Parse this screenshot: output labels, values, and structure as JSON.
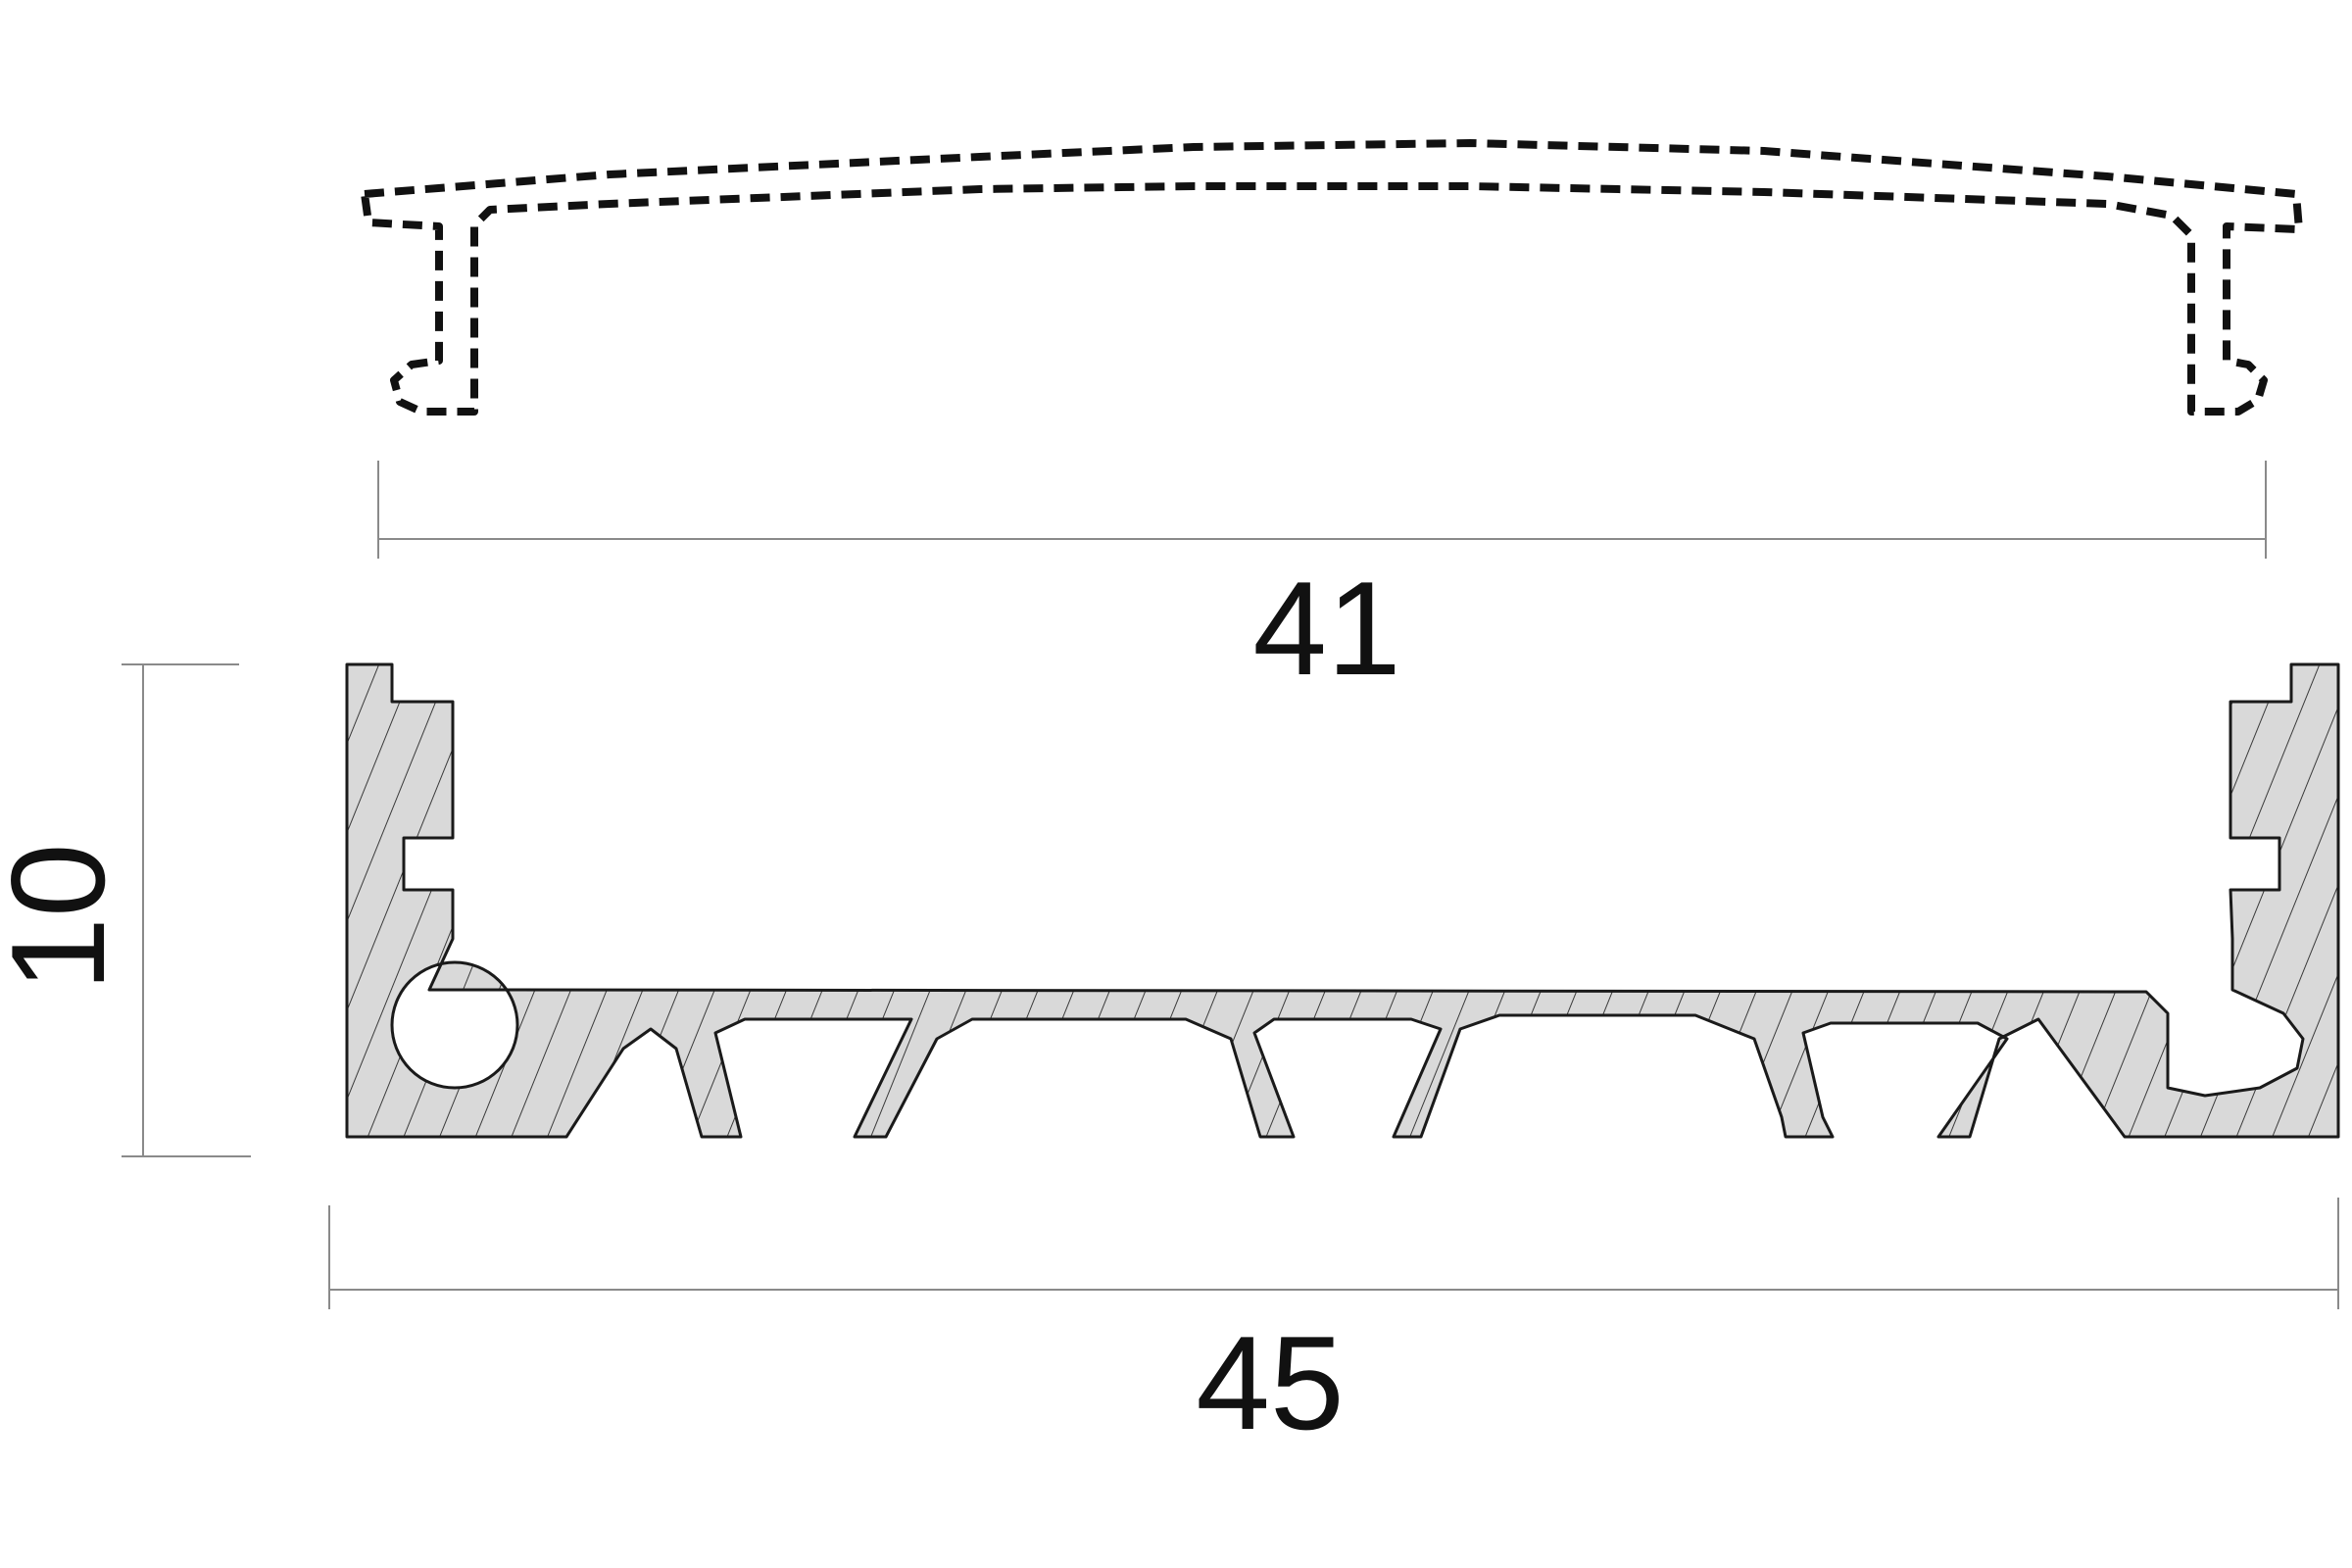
{
  "diagram": {
    "cover_width_label": "41",
    "profile_width_label": "45",
    "profile_height_label": "10"
  },
  "colors": {
    "outline": "#111111",
    "dimension_line": "#8a8a8a",
    "profile_fill": "#d9d9d9",
    "hatch": "#3a3a3a"
  }
}
